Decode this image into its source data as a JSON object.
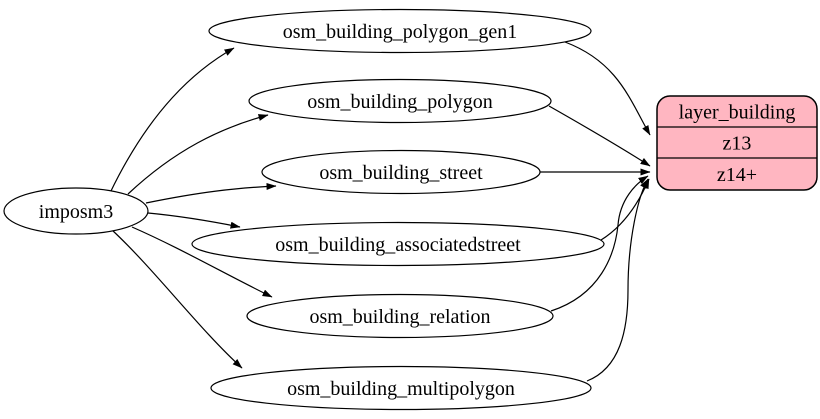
{
  "diagram": {
    "type": "graphviz-digraph",
    "background": "#ffffff",
    "edge_color": "#000000",
    "nodes": {
      "source": {
        "label": "imposm3",
        "shape": "ellipse"
      },
      "tables": [
        {
          "label": "osm_building_polygon_gen1",
          "shape": "ellipse"
        },
        {
          "label": "osm_building_polygon",
          "shape": "ellipse"
        },
        {
          "label": "osm_building_street",
          "shape": "ellipse"
        },
        {
          "label": "osm_building_associatedstreet",
          "shape": "ellipse"
        },
        {
          "label": "osm_building_relation",
          "shape": "ellipse"
        },
        {
          "label": "osm_building_multipolygon",
          "shape": "ellipse"
        }
      ],
      "layer": {
        "title": "layer_building",
        "rows": [
          "z13",
          "z14+"
        ],
        "shape": "rounded-record",
        "fill": "#ffb6c1",
        "border": "#000000"
      }
    },
    "edges": [
      {
        "from": "imposm3",
        "to": "osm_building_polygon_gen1"
      },
      {
        "from": "imposm3",
        "to": "osm_building_polygon"
      },
      {
        "from": "imposm3",
        "to": "osm_building_street"
      },
      {
        "from": "imposm3",
        "to": "osm_building_associatedstreet"
      },
      {
        "from": "imposm3",
        "to": "osm_building_relation"
      },
      {
        "from": "imposm3",
        "to": "osm_building_multipolygon"
      },
      {
        "from": "osm_building_polygon_gen1",
        "to": "layer_building:z13"
      },
      {
        "from": "osm_building_polygon",
        "to": "layer_building:z14+"
      },
      {
        "from": "osm_building_street",
        "to": "layer_building:z14+"
      },
      {
        "from": "osm_building_associatedstreet",
        "to": "layer_building:z14+"
      },
      {
        "from": "osm_building_relation",
        "to": "layer_building:z14+"
      },
      {
        "from": "osm_building_multipolygon",
        "to": "layer_building:z14+"
      }
    ]
  }
}
